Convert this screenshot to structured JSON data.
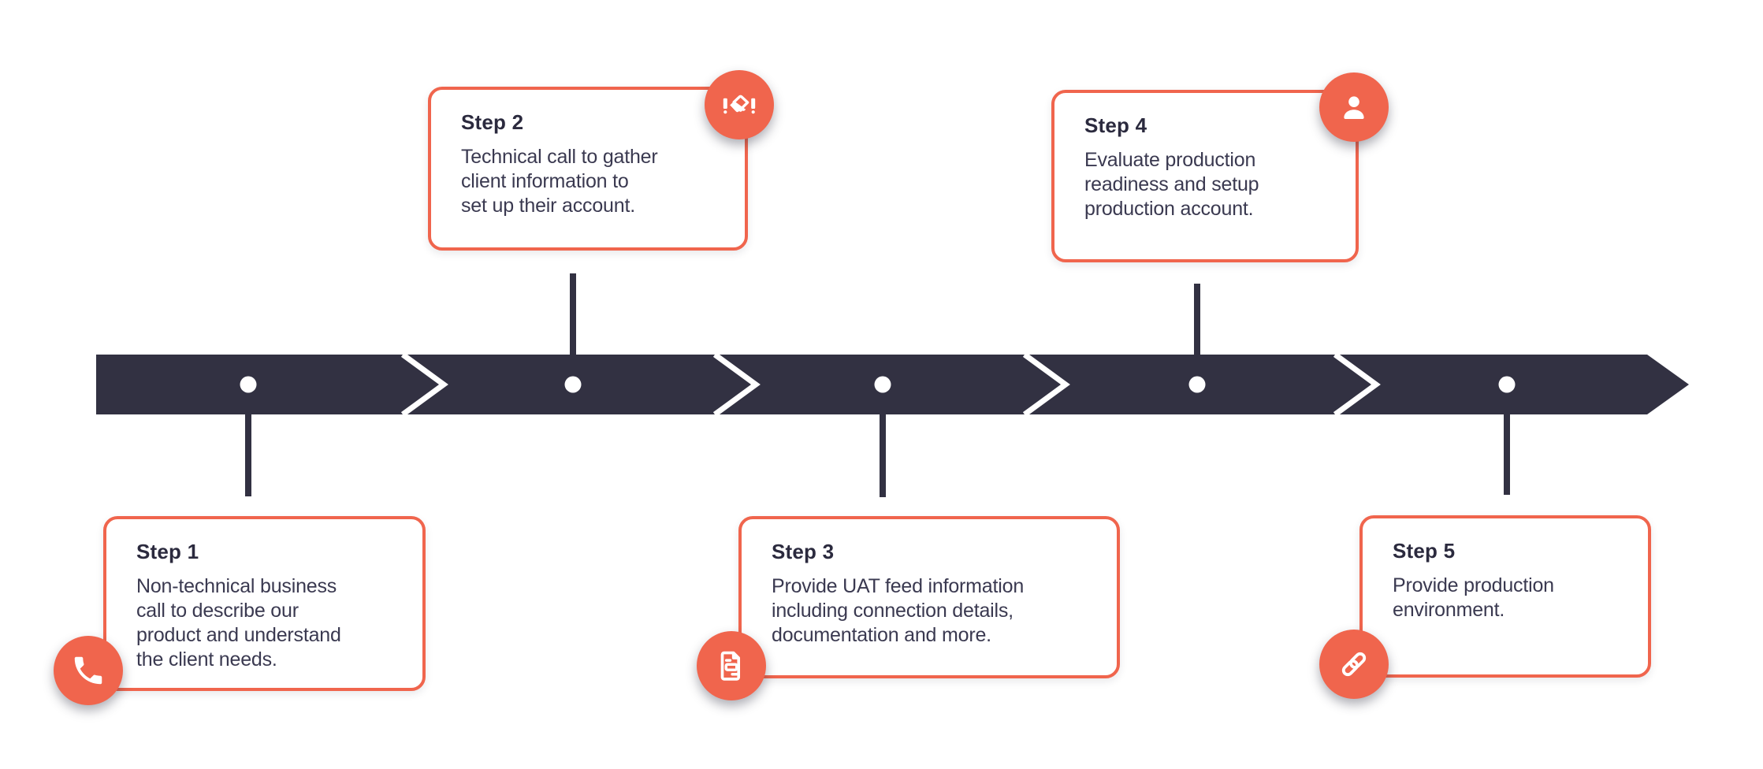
{
  "colors": {
    "accent_orange": "#F0654D",
    "dark_navy": "#323142",
    "title_text": "#2B2A3E",
    "body_text": "#3A3950",
    "background": "#ffffff"
  },
  "timeline": {
    "direction": "left-to-right-arrow",
    "steps": [
      {
        "title": "Step 1",
        "description": "Non-technical business\ncall to describe our\nproduct and understand\nthe client needs.",
        "icon": "phone-icon",
        "card_position": "below"
      },
      {
        "title": "Step 2",
        "description": "Technical call to gather\nclient information to\nset up their account.",
        "icon": "handshake-icon",
        "card_position": "above"
      },
      {
        "title": "Step 3",
        "description": "Provide UAT feed information\nincluding connection details,\ndocumentation and more.",
        "icon": "document-icon",
        "card_position": "below"
      },
      {
        "title": "Step 4",
        "description": "Evaluate production\nreadiness and setup\nproduction account.",
        "icon": "user-icon",
        "card_position": "above"
      },
      {
        "title": "Step 5",
        "description": "Provide production\nenvironment.",
        "icon": "link-icon",
        "card_position": "below"
      }
    ]
  }
}
